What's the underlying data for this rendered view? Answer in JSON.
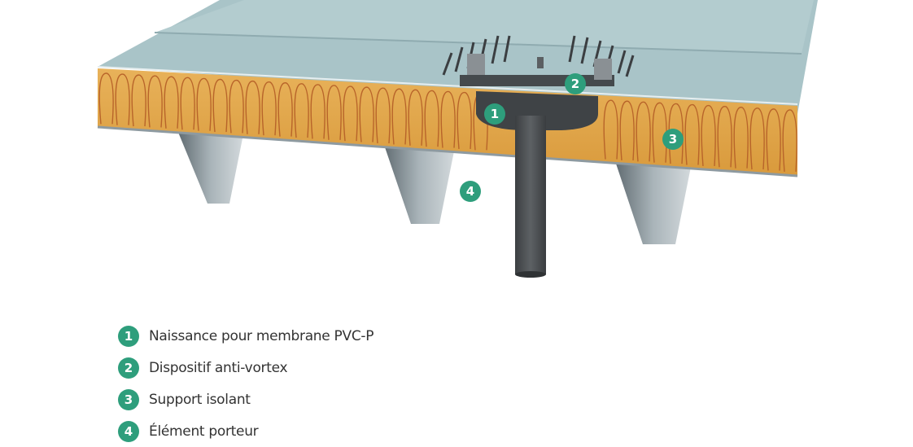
{
  "diagram": {
    "title": "",
    "callouts": [
      {
        "number": "1",
        "component": "drain-outlet"
      },
      {
        "number": "2",
        "component": "anti-vortex-device"
      },
      {
        "number": "3",
        "component": "insulation"
      },
      {
        "number": "4",
        "component": "steel-deck"
      }
    ]
  },
  "legend": {
    "items": [
      {
        "number": "1",
        "label": "Naissance pour membrane PVC-P"
      },
      {
        "number": "2",
        "label": "Dispositif anti-vortex"
      },
      {
        "number": "3",
        "label": "Support isolant"
      },
      {
        "number": "4",
        "label": "Élément porteur"
      }
    ]
  },
  "colors": {
    "badge": "#2e9e7c",
    "membrane": "#a9c4c8",
    "insulation": "#e3a84a",
    "insulation_line": "#b8642a",
    "steel": "#8e9aa0",
    "drain": "#4a4d50"
  }
}
